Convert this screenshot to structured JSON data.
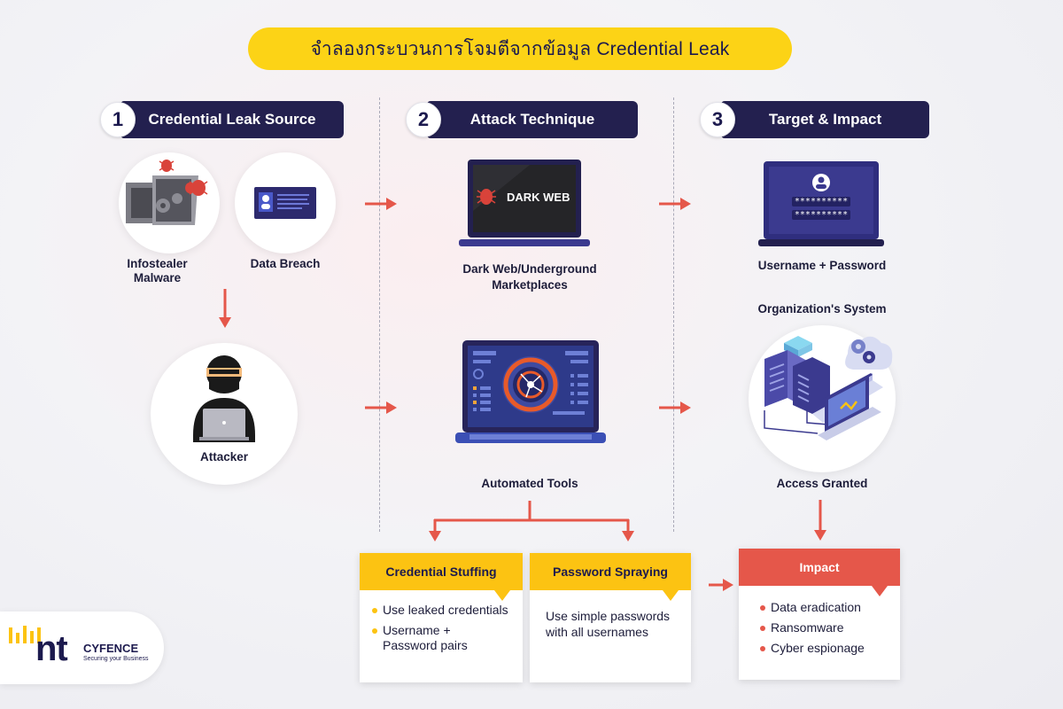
{
  "title": "จำลองกระบวนการโจมตีจากข้อมูล Credential Leak",
  "sections": [
    {
      "num": "1",
      "label": "Credential Leak Source"
    },
    {
      "num": "2",
      "label": "Attack Technique"
    },
    {
      "num": "3",
      "label": "Target & Impact"
    }
  ],
  "source": {
    "infostealer": "Infostealer\nMalware",
    "breach": "Data Breach",
    "attacker": "Attacker"
  },
  "technique": {
    "darkweb_screen": "DARK WEB",
    "darkweb_label": "Dark Web/Underground\nMarketplaces",
    "tools_label": "Automated Tools"
  },
  "target": {
    "password_mask_1": "**********",
    "password_mask_2": "**********",
    "credentials_label": "Username + Password",
    "system_label": "Organization's System",
    "access_label": "Access Granted"
  },
  "cards": {
    "stuffing": {
      "title": "Credential Stuffing",
      "items": [
        "Use leaked credentials",
        "Username +\nPassword pairs"
      ]
    },
    "spraying": {
      "title": "Password Spraying",
      "text": "Use simple passwords\nwith all usernames"
    },
    "impact": {
      "title": "Impact",
      "items": [
        "Data eradication",
        "Ransomware",
        "Cyber espionage"
      ]
    }
  },
  "logo": {
    "mark": "nt",
    "name": "CYFENCE",
    "tagline": "Securing your Business"
  },
  "colors": {
    "navy": "#23204f",
    "yellow": "#fcd316",
    "red": "#e5574a",
    "purple": "#3b3a8f"
  }
}
